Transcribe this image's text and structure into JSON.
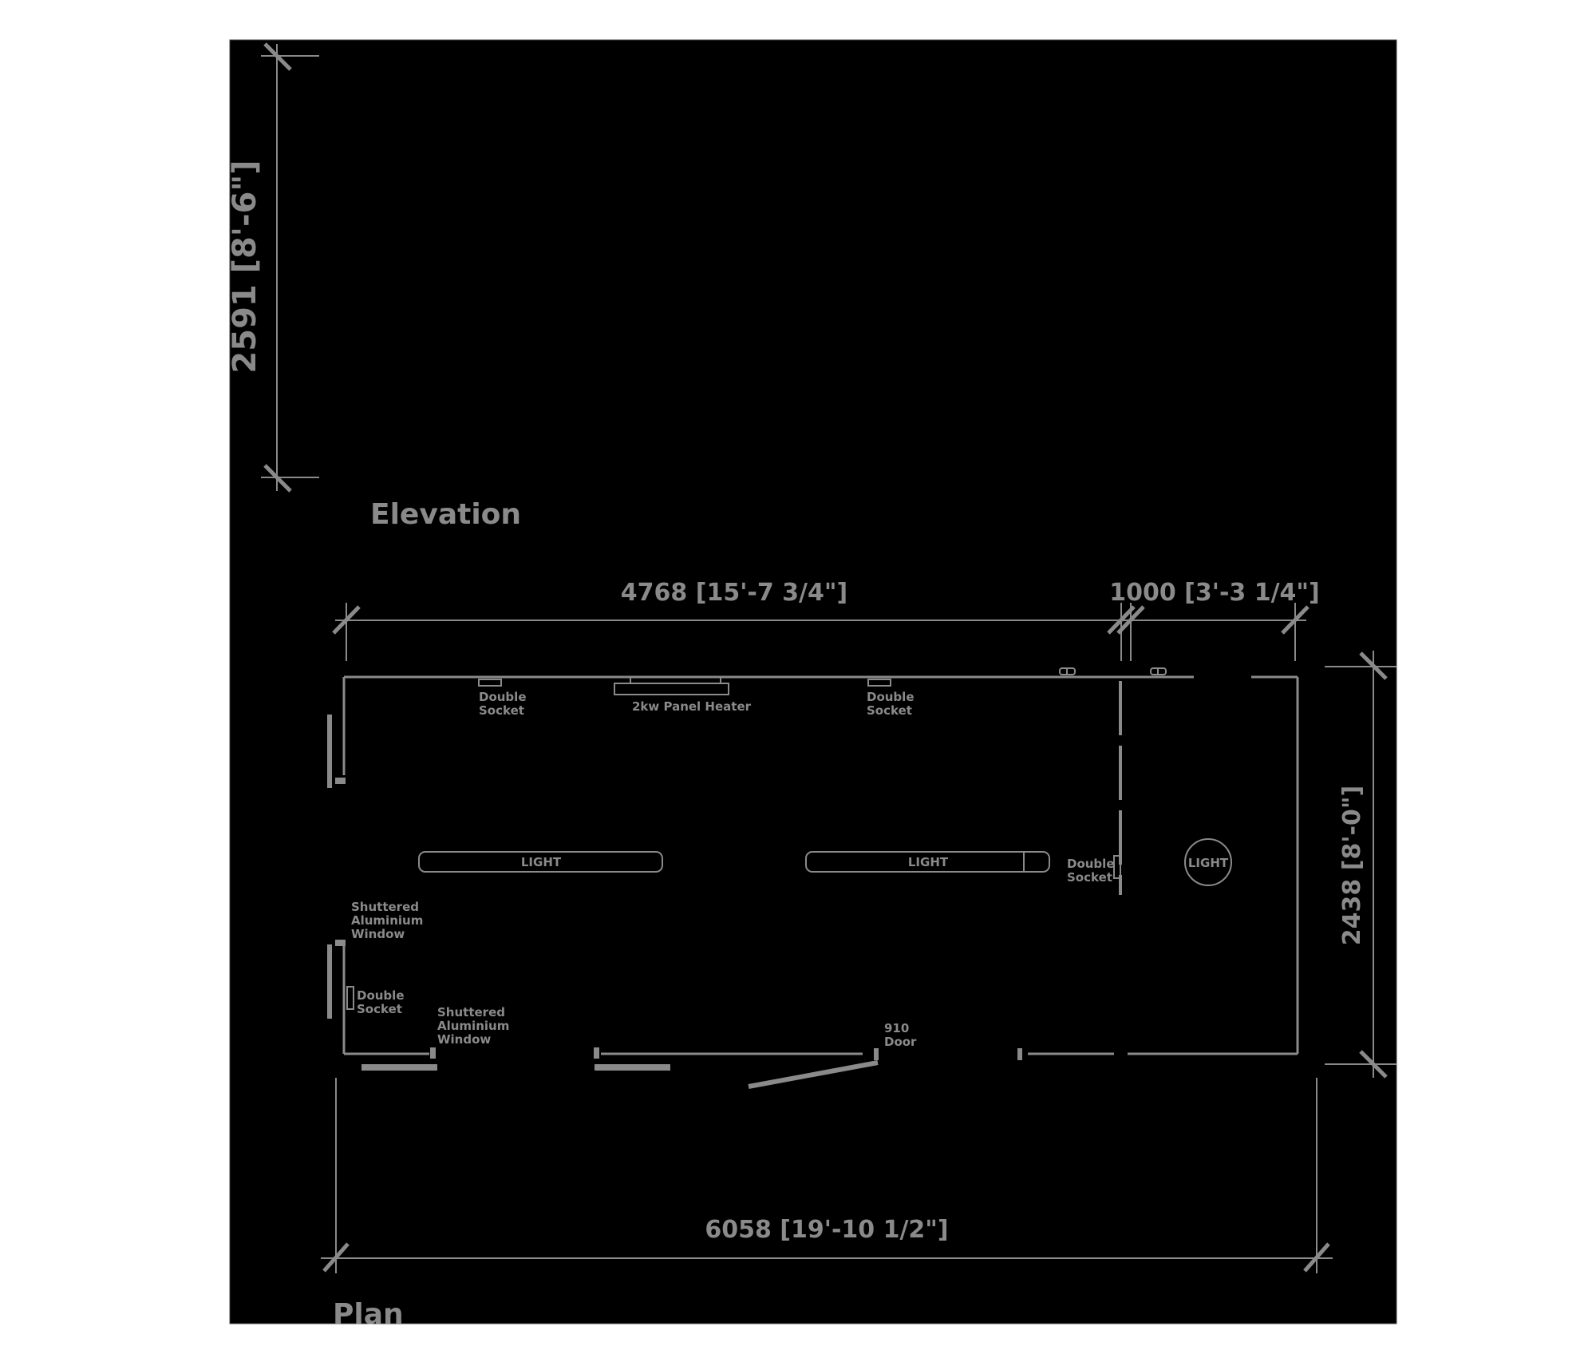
{
  "colors": {
    "background": "#000000",
    "page": "#ffffff",
    "line": "#8a8a8a",
    "text": "#8a8a8a"
  },
  "elevation": {
    "title": "Elevation",
    "height_dimension": "2591 [8'-6\"]"
  },
  "plan": {
    "title": "Plan",
    "dimensions": {
      "main_room_length": "4768 [15'-7 3/4\"]",
      "end_room_length": "1000 [3'-3 1/4\"]",
      "overall_width": "2438 [8'-0\"]",
      "overall_length": "6058 [19'-10 1/2\"]"
    },
    "labels": {
      "socket_top_left": [
        "Double",
        "Socket"
      ],
      "heater": "2kw Panel Heater",
      "socket_top_right": [
        "Double",
        "Socket"
      ],
      "light_1": "LIGHT",
      "light_2": "LIGHT",
      "socket_partition": [
        "Double",
        "Socket"
      ],
      "light_round": "LIGHT",
      "window_left": [
        "Shuttered",
        "Aluminium",
        "Window"
      ],
      "socket_left": [
        "Double",
        "Socket"
      ],
      "window_bottom": [
        "Shuttered",
        "Aluminium",
        "Window"
      ],
      "door": [
        "910",
        "Door"
      ]
    }
  }
}
